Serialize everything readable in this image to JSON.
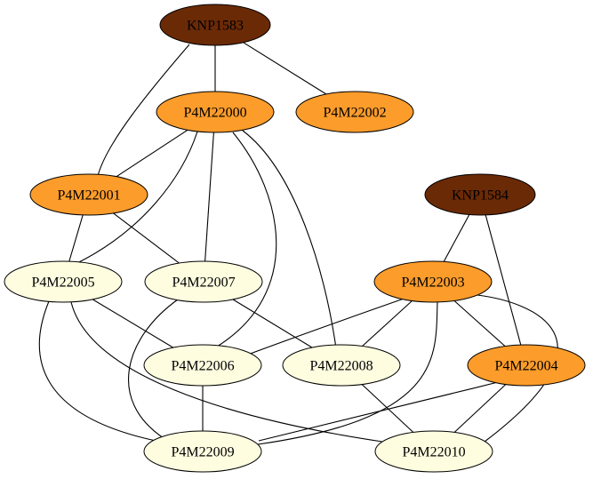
{
  "graph": {
    "colors": {
      "dark": "#6b2a06",
      "orange": "#fc9c2b",
      "pale": "#fffde0",
      "stroke": "#000000",
      "text_dark": "#000000"
    },
    "nodes": [
      {
        "id": "KNP1583",
        "label": "KNP1583",
        "fill": "dark"
      },
      {
        "id": "P4M22000",
        "label": "P4M22000",
        "fill": "orange"
      },
      {
        "id": "P4M22002",
        "label": "P4M22002",
        "fill": "orange"
      },
      {
        "id": "P4M22001",
        "label": "P4M22001",
        "fill": "orange"
      },
      {
        "id": "KNP1584",
        "label": "KNP1584",
        "fill": "dark"
      },
      {
        "id": "P4M22005",
        "label": "P4M22005",
        "fill": "pale"
      },
      {
        "id": "P4M22007",
        "label": "P4M22007",
        "fill": "pale"
      },
      {
        "id": "P4M22003",
        "label": "P4M22003",
        "fill": "orange"
      },
      {
        "id": "P4M22006",
        "label": "P4M22006",
        "fill": "pale"
      },
      {
        "id": "P4M22008",
        "label": "P4M22008",
        "fill": "pale"
      },
      {
        "id": "P4M22004",
        "label": "P4M22004",
        "fill": "orange"
      },
      {
        "id": "P4M22009",
        "label": "P4M22009",
        "fill": "pale"
      },
      {
        "id": "P4M22010",
        "label": "P4M22010",
        "fill": "pale"
      }
    ],
    "edges": [
      [
        "KNP1583",
        "P4M22000"
      ],
      [
        "KNP1583",
        "P4M22002"
      ],
      [
        "KNP1583",
        "P4M22001"
      ],
      [
        "P4M22000",
        "P4M22001"
      ],
      [
        "P4M22000",
        "P4M22005"
      ],
      [
        "P4M22000",
        "P4M22007"
      ],
      [
        "P4M22000",
        "P4M22006"
      ],
      [
        "P4M22000",
        "P4M22008"
      ],
      [
        "P4M22001",
        "P4M22005"
      ],
      [
        "P4M22001",
        "P4M22007"
      ],
      [
        "KNP1584",
        "P4M22003"
      ],
      [
        "KNP1584",
        "P4M22004"
      ],
      [
        "P4M22005",
        "P4M22006"
      ],
      [
        "P4M22005",
        "P4M22009"
      ],
      [
        "P4M22005",
        "P4M22010"
      ],
      [
        "P4M22007",
        "P4M22008"
      ],
      [
        "P4M22007",
        "P4M22009"
      ],
      [
        "P4M22003",
        "P4M22006"
      ],
      [
        "P4M22003",
        "P4M22008"
      ],
      [
        "P4M22003",
        "P4M22004"
      ],
      [
        "P4M22003",
        "P4M22009"
      ],
      [
        "P4M22003",
        "P4M22010"
      ],
      [
        "P4M22006",
        "P4M22009"
      ],
      [
        "P4M22008",
        "P4M22010"
      ],
      [
        "P4M22004",
        "P4M22009"
      ],
      [
        "P4M22004",
        "P4M22010"
      ]
    ]
  }
}
